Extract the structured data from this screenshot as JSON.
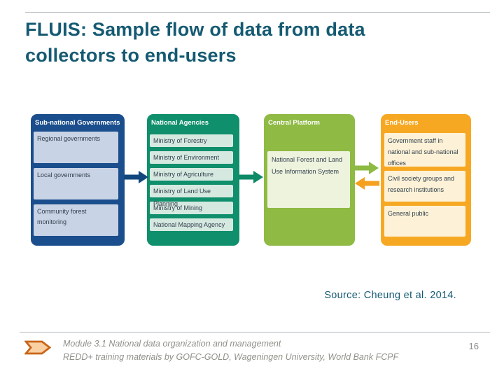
{
  "title": {
    "line1": "FLUIS: Sample flow of data from data",
    "line2": "collectors to end-users"
  },
  "diagram": {
    "columns": [
      {
        "id": "sub-national-governments",
        "header": "Sub-national Governments",
        "bg": "#1b4e8c",
        "item_bg": "#c9d3e6",
        "items": [
          "Regional governments",
          "Local governments",
          "Community forest monitoring"
        ]
      },
      {
        "id": "national-agencies",
        "header": "National Agencies",
        "bg": "#0f8f6b",
        "item_bg": "#d6e9e1",
        "items": [
          "Ministry of Forestry",
          "Ministry of Environment",
          "Ministry of Agriculture",
          "Ministry of Land Use Planning",
          "Ministry of Mining",
          "National Mapping Agency"
        ]
      },
      {
        "id": "central-platform",
        "header": "Central Platform",
        "bg": "#8fba44",
        "item_bg": "#eef3de",
        "items": [
          "National Forest and Land Use Information System"
        ]
      },
      {
        "id": "end-users",
        "header": "End-Users",
        "bg": "#f7a823",
        "item_bg": "#fdf2d7",
        "items": [
          "Government staff in national and sub-national offices",
          "Civil society groups and research institutions",
          "General public"
        ]
      }
    ],
    "arrows": [
      {
        "id": "sub-national-to-national-agencies",
        "direction": "right",
        "color": "#12477e"
      },
      {
        "id": "national-agencies-to-central-platform",
        "direction": "right",
        "color": "#0d8a68"
      },
      {
        "id": "central-platform-to-end-users",
        "direction": "right",
        "color": "#8cba42"
      },
      {
        "id": "end-users-to-central-platform",
        "direction": "left",
        "color": "#f5a01e"
      }
    ]
  },
  "source": "Source: Cheung et al. 2014.",
  "footer": {
    "line1": "Module 3.1 National data organization and management",
    "line2": "REDD+ training materials by GOFC-GOLD, Wageningen University, World Bank FCPF",
    "page_number": "16",
    "icon_fill": "#f9d0a2",
    "icon_stroke": "#c9661a"
  }
}
